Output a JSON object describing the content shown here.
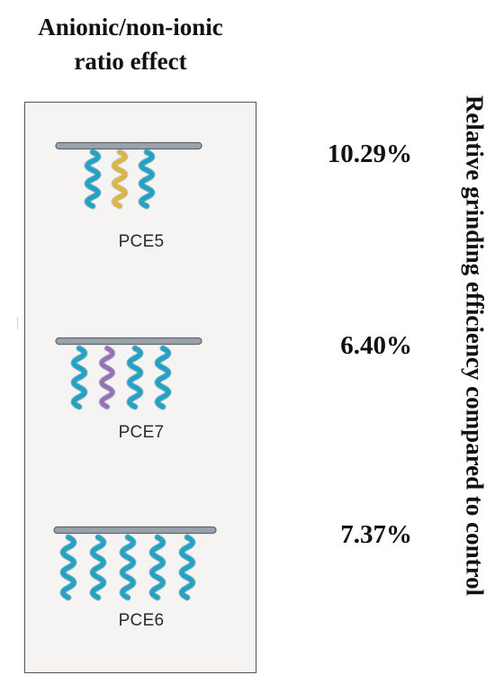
{
  "title": {
    "line1": "Anionic/non-ionic",
    "line2": "ratio effect"
  },
  "side_title": "Relative grinding efficiency compared to control",
  "colors": {
    "backbone": "#9aa3ab",
    "anionic_chain": "#1fa3c6",
    "nonionic_chain_pce5": "#e3b33a",
    "nonionic_chain_pce7": "#9a6fb5",
    "panel_bg": "#f5f4f2"
  },
  "polymers": [
    {
      "label": "PCE5",
      "efficiency": "10.29%",
      "side_chains": [
        "anionic-chain",
        "nonionic-chain",
        "anionic-chain"
      ],
      "nonionic_color": "#e3b33a"
    },
    {
      "label": "PCE7",
      "efficiency": "6.40%",
      "side_chains": [
        "anionic-chain",
        "nonionic-chain",
        "anionic-chain",
        "anionic-chain"
      ],
      "nonionic_color": "#9a6fb5"
    },
    {
      "label": "PCE6",
      "efficiency": "7.37%",
      "side_chains": [
        "anionic-chain",
        "anionic-chain",
        "anionic-chain",
        "anionic-chain",
        "anionic-chain"
      ],
      "nonionic_color": ""
    }
  ]
}
